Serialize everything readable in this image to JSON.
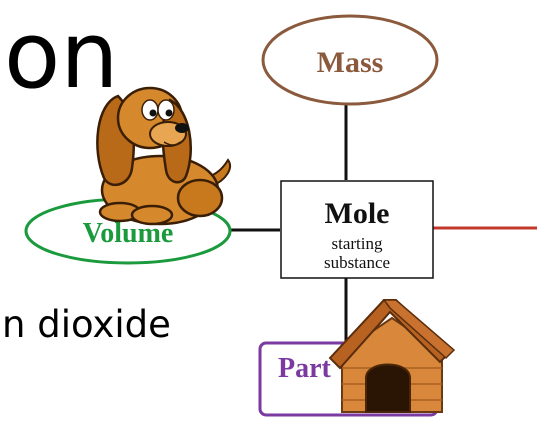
{
  "slide": {
    "title_fragment": "on",
    "body_fragment": "n dioxide"
  },
  "diagram": {
    "mass_label": "Mass",
    "volume_label": "Volume",
    "mole_label": "Mole",
    "mole_sub_line1": "starting",
    "mole_sub_line2": "substance",
    "particles_label": "Part"
  },
  "colors": {
    "mass": "#8b5a3c",
    "volume": "#1a9a3c",
    "particles": "#7a3aa0",
    "connector_right": "#c0392b",
    "connector": "#111111"
  },
  "icons": {
    "dog": "cartoon-dog-icon",
    "doghouse": "doghouse-icon"
  }
}
